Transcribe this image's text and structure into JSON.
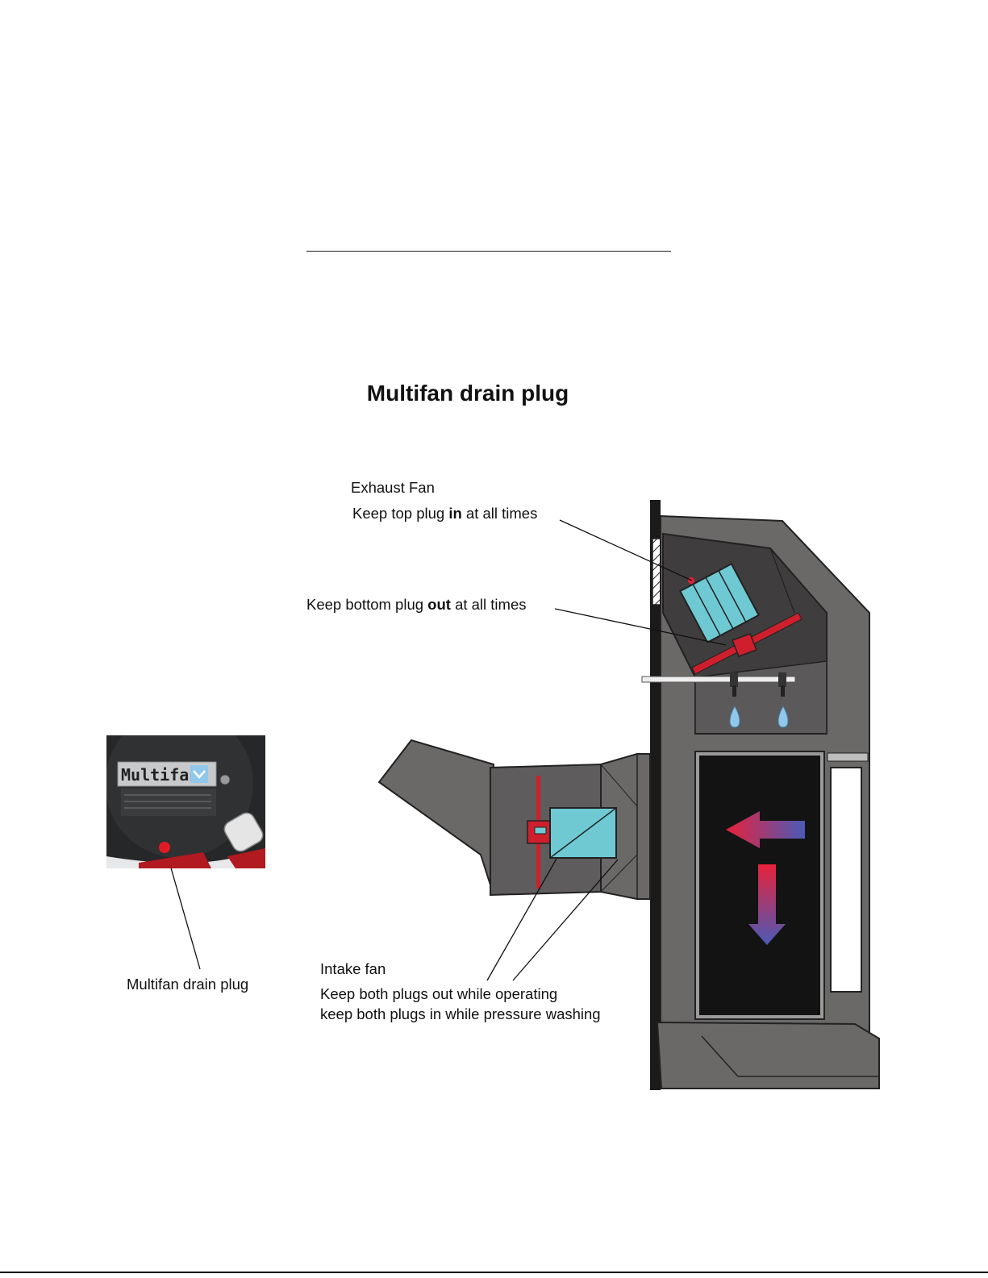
{
  "title": "Multifan drain plug",
  "labels": {
    "exhaust_fan": "Exhaust Fan",
    "top_plug_prefix": "Keep top plug ",
    "top_plug_bold": "in",
    "top_plug_suffix": " at all times",
    "bottom_plug_prefix": "Keep bottom plug ",
    "bottom_plug_bold": "out",
    "bottom_plug_suffix": " at all times",
    "intake_fan": "Intake fan",
    "intake_line1": "Keep both plugs out while operating",
    "intake_line2": "keep both plugs in while pressure washing",
    "multifan_drain_plug": "Multifan drain plug"
  },
  "photo": {
    "brand": "Multifan"
  },
  "colors": {
    "housing": "#6b6868",
    "housing_dark": "#4a4848",
    "interior": "#131313",
    "fan_cyan": "#6ec9d2",
    "plug_red": "#cf1f2c",
    "arrow_red": "#e8213a",
    "arrow_blue": "#4a5ab8",
    "water_blue": "#8fc8ea"
  },
  "icons": [
    "water-drop-icon",
    "airflow-arrow-icon"
  ]
}
